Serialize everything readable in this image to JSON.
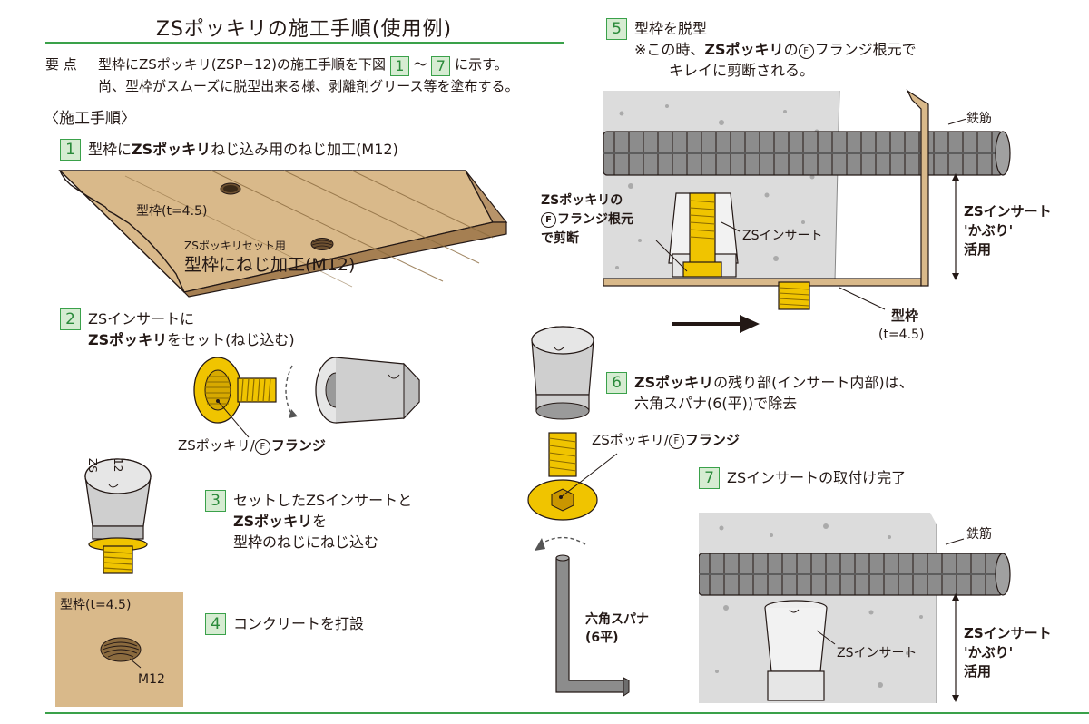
{
  "title": "ZSポッキリの施工手順(使用例)",
  "summary": {
    "label": "要 点",
    "line1_prefix": "型枠にZSポッキリ(ZSP−12)の施工手順を下図",
    "num_from": "1",
    "tilde": "〜",
    "num_to": "7",
    "line1_suffix": "に示す。",
    "line2": "尚、型枠がスムーズに脱型出来る様、剥離剤グリース等を塗布する。"
  },
  "section_heading": "〈施工手順〉",
  "steps": [
    {
      "num": "1",
      "text_pre": "型枠に",
      "text_bold": "ZSポッキリ",
      "text_post": "ねじ込み用のねじ加工(M12)"
    },
    {
      "num": "2",
      "line1": "ZSインサートに",
      "line2_bold": "ZSポッキリ",
      "line2_post": "をセット(ねじ込む)"
    },
    {
      "num": "3",
      "line1": "セットしたZSインサートと",
      "line2_bold": "ZSポッキリ",
      "line2_post": "を",
      "line3": "型枠のねじにねじ込む"
    },
    {
      "num": "4",
      "text": "コンクリートを打設"
    },
    {
      "num": "5",
      "line1": "型枠を脱型",
      "line2_pre": "※この時、",
      "line2_bold": "ZSポッキリ",
      "line2_mid": "の",
      "line2_circ": "F",
      "line2_post": "フランジ根元で",
      "line3": "キレイに剪断される。"
    },
    {
      "num": "6",
      "line1_bold": "ZSポッキリ",
      "line1_post": "の残り部(インサート内部)は、",
      "line2": "六角スパナ(6(平))で除去"
    },
    {
      "num": "7",
      "text": "ZSインサートの取付け完了"
    }
  ],
  "labels": {
    "s1_formwork": "型枠(t=4.5)",
    "s1_set": "ZSポッキリセット用",
    "s1_thread": "型枠にねじ加工(M12)",
    "s2_caption": "ZSポッキリ/",
    "s2_circ": "F",
    "s2_flange": "フランジ",
    "s3_mark1": "ZS",
    "s3_mark2": "12",
    "s4_formwork": "型枠(t=4.5)",
    "s4_m12": "M12",
    "s5_rebar": "鉄筋",
    "s5_shear1": "ZSポッキリの",
    "s5_shear2_circ": "F",
    "s5_shear2": "フランジ根元",
    "s5_shear3": "で剪断",
    "s5_insert": "ZSインサート",
    "s5_cover1": "ZSインサート",
    "s5_cover2": "'かぶり'",
    "s5_cover3": "活用",
    "s5_formwork": "型枠",
    "s5_thickness": "(t=4.5)",
    "s6_caption": "ZSポッキリ/",
    "s6_circ": "F",
    "s6_flange": "フランジ",
    "s6_spanner1": "六角スパナ",
    "s6_spanner2": "(6平)",
    "s7_rebar": "鉄筋",
    "s7_insert": "ZSインサート",
    "s7_cover1": "ZSインサート",
    "s7_cover2": "'かぶり'",
    "s7_cover3": "活用"
  },
  "colors": {
    "accent_green": "#3aa14a",
    "number_fill": "#d6ecd2",
    "wood": "#d9b98a",
    "wood_dark": "#8a6a3e",
    "concrete": "#dcdcdc",
    "brass": "#f0c400",
    "steel": "#c9c9c9"
  }
}
